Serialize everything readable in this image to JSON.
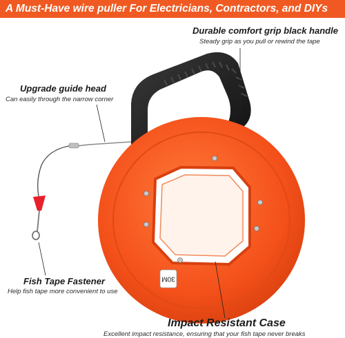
{
  "banner": {
    "title": "A Must-Have wire puller For Electricians, Contractors, and DIYs",
    "color": "#f05a22"
  },
  "features": {
    "handle": {
      "heading": "Durable comfort grip black handle",
      "detail": "Steady grip as you pull or rewind the tape"
    },
    "guide_head": {
      "heading": "Upgrade guide head",
      "detail": "Can easily through the narrow corner"
    },
    "fastener": {
      "heading": "Fish Tape Fastener",
      "detail": "Help fish tape more convenient to use"
    },
    "case": {
      "heading": "Impact Resistant Case",
      "detail": "Excellent impact resistance, ensuring that your fish tape never breaks"
    }
  },
  "product": {
    "reel_label": "30M",
    "reel_color": "#f4501a",
    "handle_color": "#1c1c1c",
    "tip_color": "#e8202a"
  }
}
